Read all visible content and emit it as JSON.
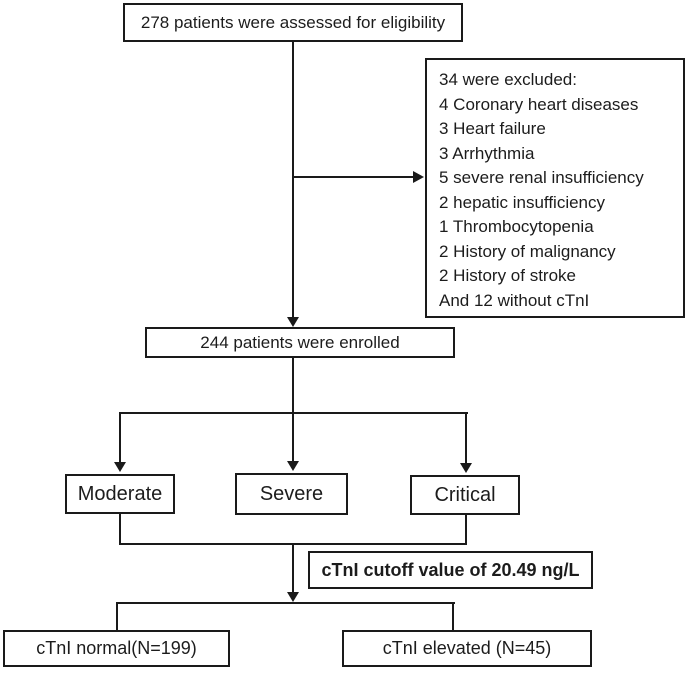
{
  "diagram": {
    "type": "patient-flow-chart",
    "colors": {
      "line": "#1a1a1a",
      "text": "#1c1c1c",
      "background": "#ffffff"
    },
    "nodes": {
      "assessed": {
        "label": "278 patients were assessed for eligibility"
      },
      "excluded": {
        "lines": [
          "34 were excluded:",
          "4 Coronary heart diseases",
          "3 Heart failure",
          "3 Arrhythmia",
          "5 severe renal insufficiency",
          "2 hepatic insufficiency",
          "1 Thrombocytopenia",
          "2 History of malignancy",
          "2 History of stroke",
          "And 12 without cTnI"
        ]
      },
      "enrolled": {
        "label": "244 patients were enrolled"
      },
      "moderate": {
        "label": "Moderate"
      },
      "severe": {
        "label": "Severe"
      },
      "critical": {
        "label": "Critical"
      },
      "cutoff": {
        "label": "cTnI cutoff value of 20.49 ng/L"
      },
      "normal": {
        "label": "cTnI normal(N=199)"
      },
      "elevated": {
        "label": "cTnI elevated (N=45)"
      }
    }
  }
}
